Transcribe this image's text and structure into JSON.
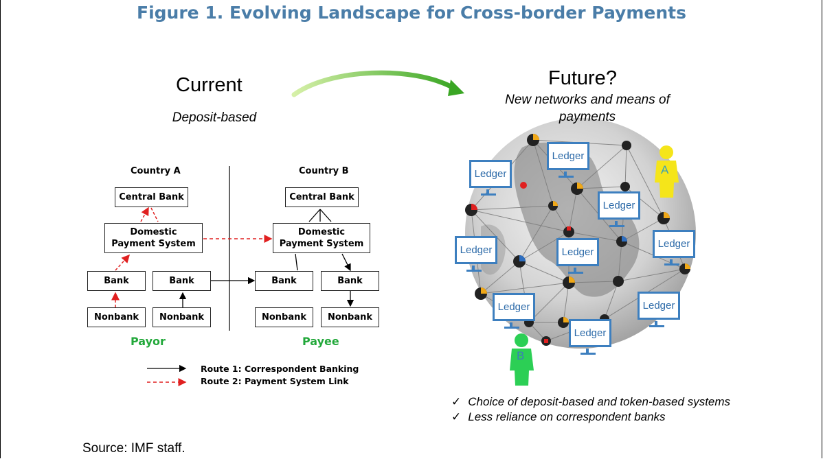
{
  "title": "Figure 1. Evolving Landscape for Cross-border Payments",
  "current": {
    "heading": "Current",
    "subtitle": "Deposit-based",
    "country_a": "Country A",
    "country_b": "Country B",
    "central_bank": "Central Bank",
    "domestic_line1": "Domestic",
    "domestic_line2": "Payment System",
    "bank": "Bank",
    "nonbank": "Nonbank",
    "payor": "Payor",
    "payee": "Payee",
    "route1": "Route 1: Correspondent Banking",
    "route2": "Route 2: Payment System Link"
  },
  "future": {
    "heading": "Future?",
    "subtitle_line1": "New networks and means of",
    "subtitle_line2": "payments",
    "ledger_label": "Ledger",
    "person_a": "A",
    "person_b": "B",
    "checkmark": "✓",
    "checks": [
      "Choice of deposit-based and token-based systems",
      "Less reliance on correspondent banks"
    ]
  },
  "source": "Source: IMF staff.",
  "colors": {
    "title": "#4a7da8",
    "party": "#22a83a",
    "route2": "#e02020",
    "ledger": "#3d7fbf",
    "person_a": "#f5e51a",
    "person_b": "#2ccf55"
  }
}
